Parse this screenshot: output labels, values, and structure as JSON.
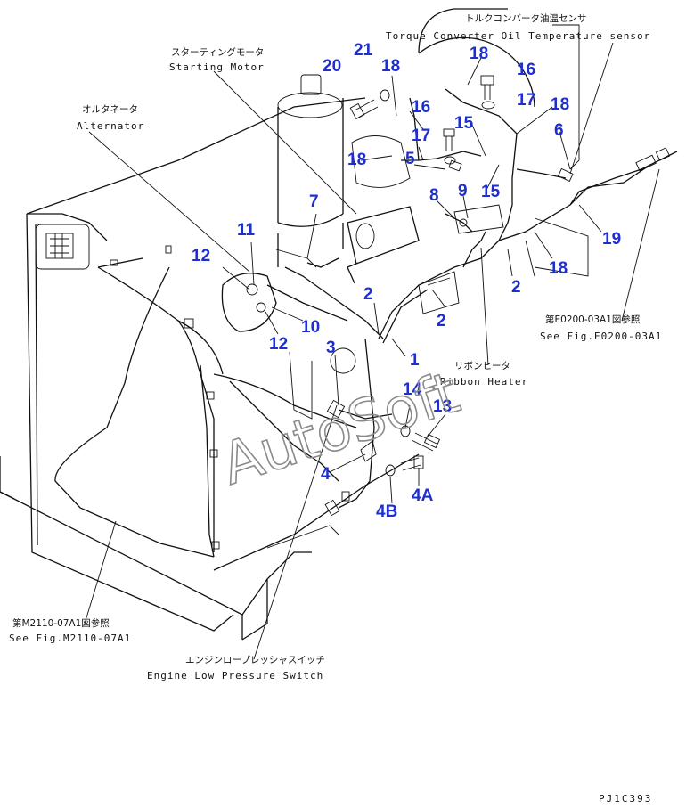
{
  "callouts": {
    "torque_sensor_jp": "トルクコンバータ油温センサ",
    "torque_sensor_en": "Torque Converter Oil Temperature sensor",
    "starting_motor_jp": "スターティングモータ",
    "starting_motor_en": "Starting Motor",
    "alternator_jp": "オルタネータ",
    "alternator_en": "Alternator",
    "see_e0200_jp": "第E0200-03A1図参照",
    "see_e0200_en": "See Fig.E0200-03A1",
    "ribbon_heater_jp": "リボンヒータ",
    "ribbon_heater_en": "Ribbon Heater",
    "see_m2110_jp": "第M2110-07A1図参照",
    "see_m2110_en": "See Fig.M2110-07A1",
    "engine_low_pressure_jp": "エンジンロープレッシャスイッチ",
    "engine_low_pressure_en": "Engine Low Pressure Switch"
  },
  "part_numbers": {
    "p1": "1",
    "p2a": "2",
    "p2b": "2",
    "p2c": "2",
    "p3": "3",
    "p4": "4",
    "p4a": "4A",
    "p4b": "4B",
    "p5": "5",
    "p6": "6",
    "p7": "7",
    "p8": "8",
    "p9": "9",
    "p10": "10",
    "p11": "11",
    "p12a": "12",
    "p12b": "12",
    "p13": "13",
    "p14": "14",
    "p15a": "15",
    "p15b": "15",
    "p16a": "16",
    "p16b": "16",
    "p17a": "17",
    "p17b": "17",
    "p18a": "18",
    "p18b": "18",
    "p18c": "18",
    "p18d": "18",
    "p18e": "18",
    "p19": "19",
    "p20": "20",
    "p21": "21"
  },
  "watermark": "AutoSoft",
  "figure_id": "PJ1C393",
  "colors": {
    "part_number": "#1f2fcf",
    "line": "#111111",
    "watermark": "#8a8a8a"
  }
}
